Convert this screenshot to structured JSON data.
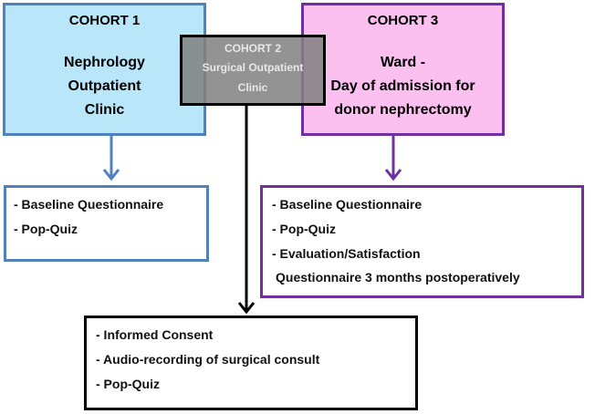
{
  "colors": {
    "cohort1_fill": "#b9e6f8",
    "cohort1_border": "#4f81bd",
    "cohort2_fill": "#8c8c8c",
    "cohort2_border": "#000000",
    "cohort3_fill": "#fbbff0",
    "cohort3_border": "#7030a0",
    "arrow_blue": "#4f81bd",
    "arrow_purple": "#7030a0",
    "arrow_black": "#000000"
  },
  "cohort1": {
    "title": "COHORT 1",
    "lines": [
      "Nephrology",
      "Outpatient",
      "Clinic"
    ],
    "tasks": [
      "- Baseline Questionnaire",
      "- Pop-Quiz"
    ]
  },
  "cohort2": {
    "title": "COHORT 2",
    "lines": [
      "Surgical Outpatient",
      "Clinic"
    ],
    "tasks": [
      "- Informed Consent",
      "- Audio-recording of surgical consult",
      "- Pop-Quiz"
    ]
  },
  "cohort3": {
    "title": "COHORT 3",
    "lines": [
      "Ward -",
      "Day of admission for",
      "donor nephrectomy"
    ],
    "tasks": [
      "- Baseline Questionnaire",
      "- Pop-Quiz",
      "- Evaluation/Satisfaction",
      "Questionnaire 3 months postoperatively"
    ]
  }
}
